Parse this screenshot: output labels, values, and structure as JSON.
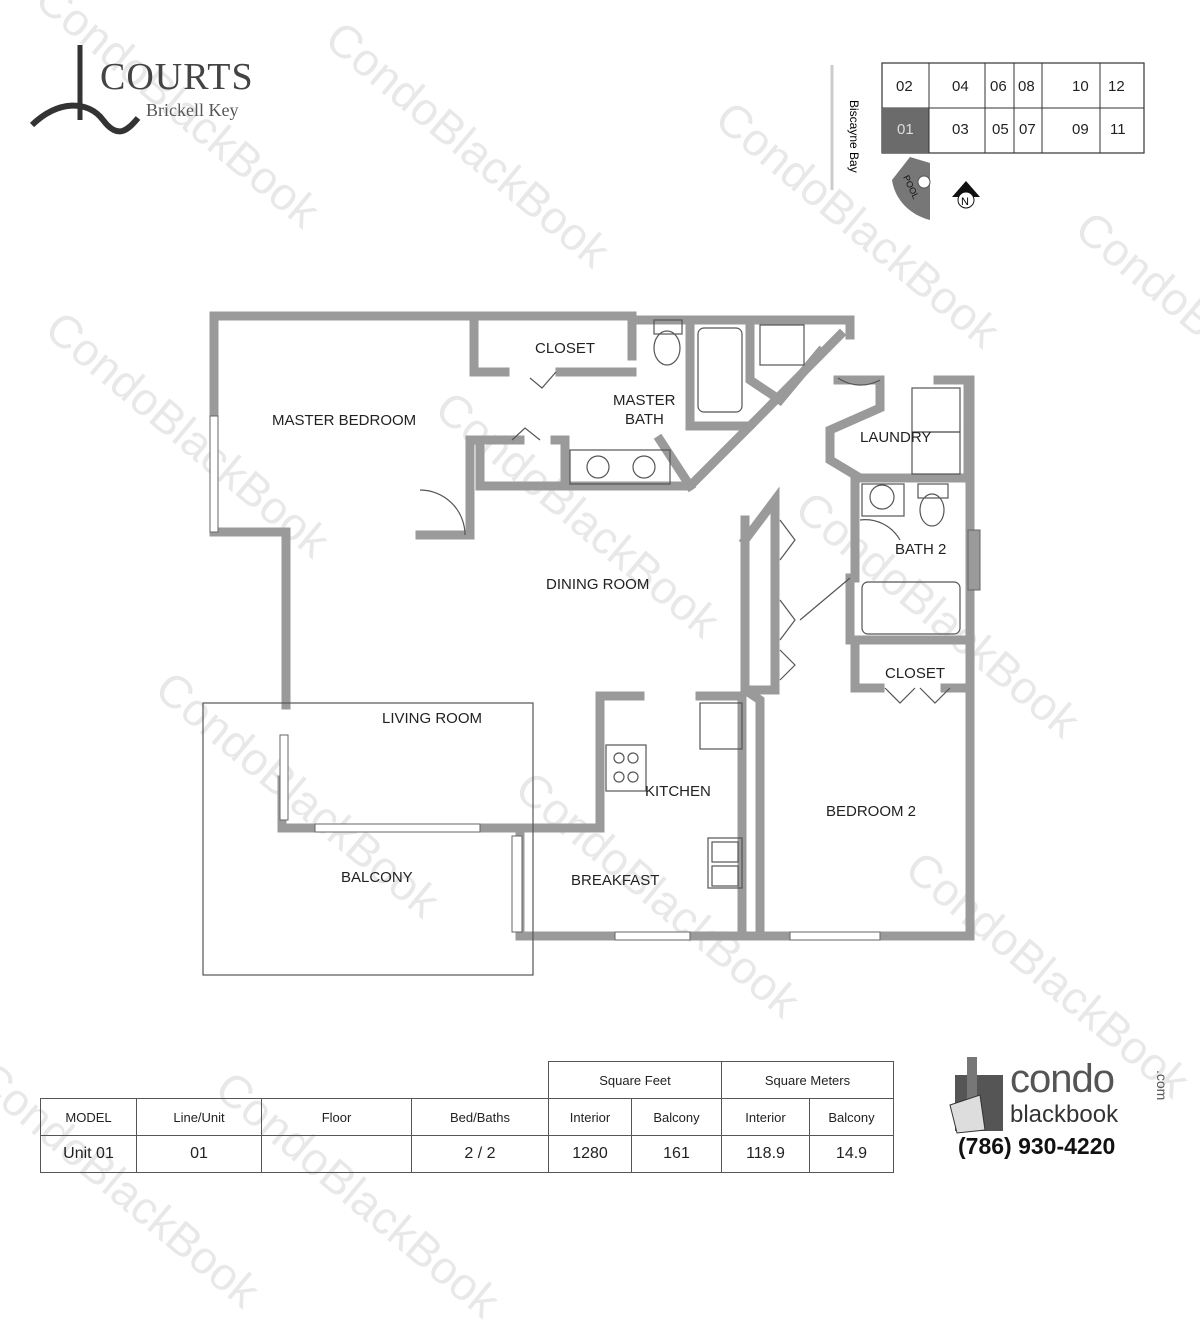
{
  "logo": {
    "name": "COURTS",
    "subtitle": "Brickell Key"
  },
  "watermark": "CondoBlackBook",
  "key_plan": {
    "units": [
      "02",
      "04",
      "06",
      "08",
      "10",
      "12",
      "01",
      "03",
      "05",
      "07",
      "09",
      "11"
    ],
    "highlighted_unit": "01",
    "bay_label": "Biscayne Bay",
    "pool_label": "POOL",
    "north_label": "N",
    "highlight_color": "#6b6b6b"
  },
  "rooms": {
    "master_bedroom": "MASTER BEDROOM",
    "closet1": "CLOSET",
    "master_bath_1": "MASTER",
    "master_bath_2": "BATH",
    "laundry": "LAUNDRY",
    "bath2": "BATH 2",
    "dining": "DINING ROOM",
    "living": "LIVING ROOM",
    "kitchen": "KITCHEN",
    "closet2": "CLOSET",
    "bedroom2": "BEDROOM 2",
    "balcony": "BALCONY",
    "breakfast": "BREAKFAST"
  },
  "table": {
    "group_headers": [
      "Square Feet",
      "Square Meters"
    ],
    "headers": [
      "MODEL",
      "Line/Unit",
      "Floor",
      "Bed/Baths",
      "Interior",
      "Balcony",
      "Interior",
      "Balcony"
    ],
    "row": [
      "Unit 01",
      "01",
      "",
      "2 / 2",
      "1280",
      "161",
      "118.9",
      "14.9"
    ]
  },
  "brand": {
    "word1": "condo",
    "word2": "blackbook",
    "suffix": ".com",
    "phone": "(786) 930-4220"
  },
  "colors": {
    "wall": "#9a9a9a",
    "line": "#555555"
  }
}
